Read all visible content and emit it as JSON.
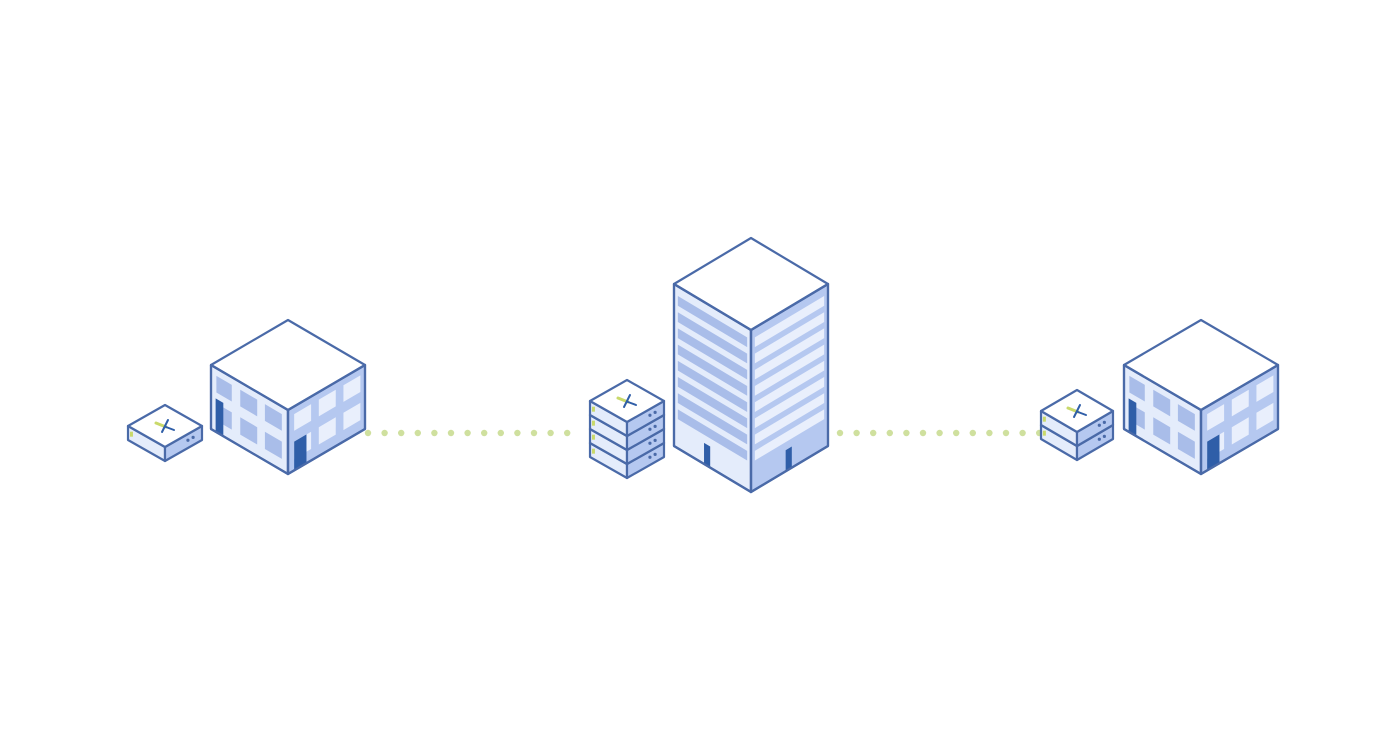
{
  "colors": {
    "background": "#ffffff",
    "outline": "#4a6aa8",
    "top_face": "#ffffff",
    "left_face": "#e4ecfb",
    "right_face": "#b5c8f0",
    "window_left": "#a9bde9",
    "window_right": "#e9effc",
    "door": "#2f5ea8",
    "link_dots": "#cfe09e",
    "logo_green": "#c9d96a",
    "logo_blue": "#2f5ea8"
  },
  "nodes": [
    {
      "id": "branch-site-left",
      "building": "low-office",
      "appliance_units": 1
    },
    {
      "id": "headquarters",
      "building": "tower",
      "appliance_units": 4
    },
    {
      "id": "branch-site-right",
      "building": "low-office",
      "appliance_units": 2
    }
  ],
  "links": [
    {
      "from": "branch-site-left",
      "to": "headquarters",
      "style": "dotted"
    },
    {
      "from": "headquarters",
      "to": "branch-site-right",
      "style": "dotted"
    }
  ]
}
